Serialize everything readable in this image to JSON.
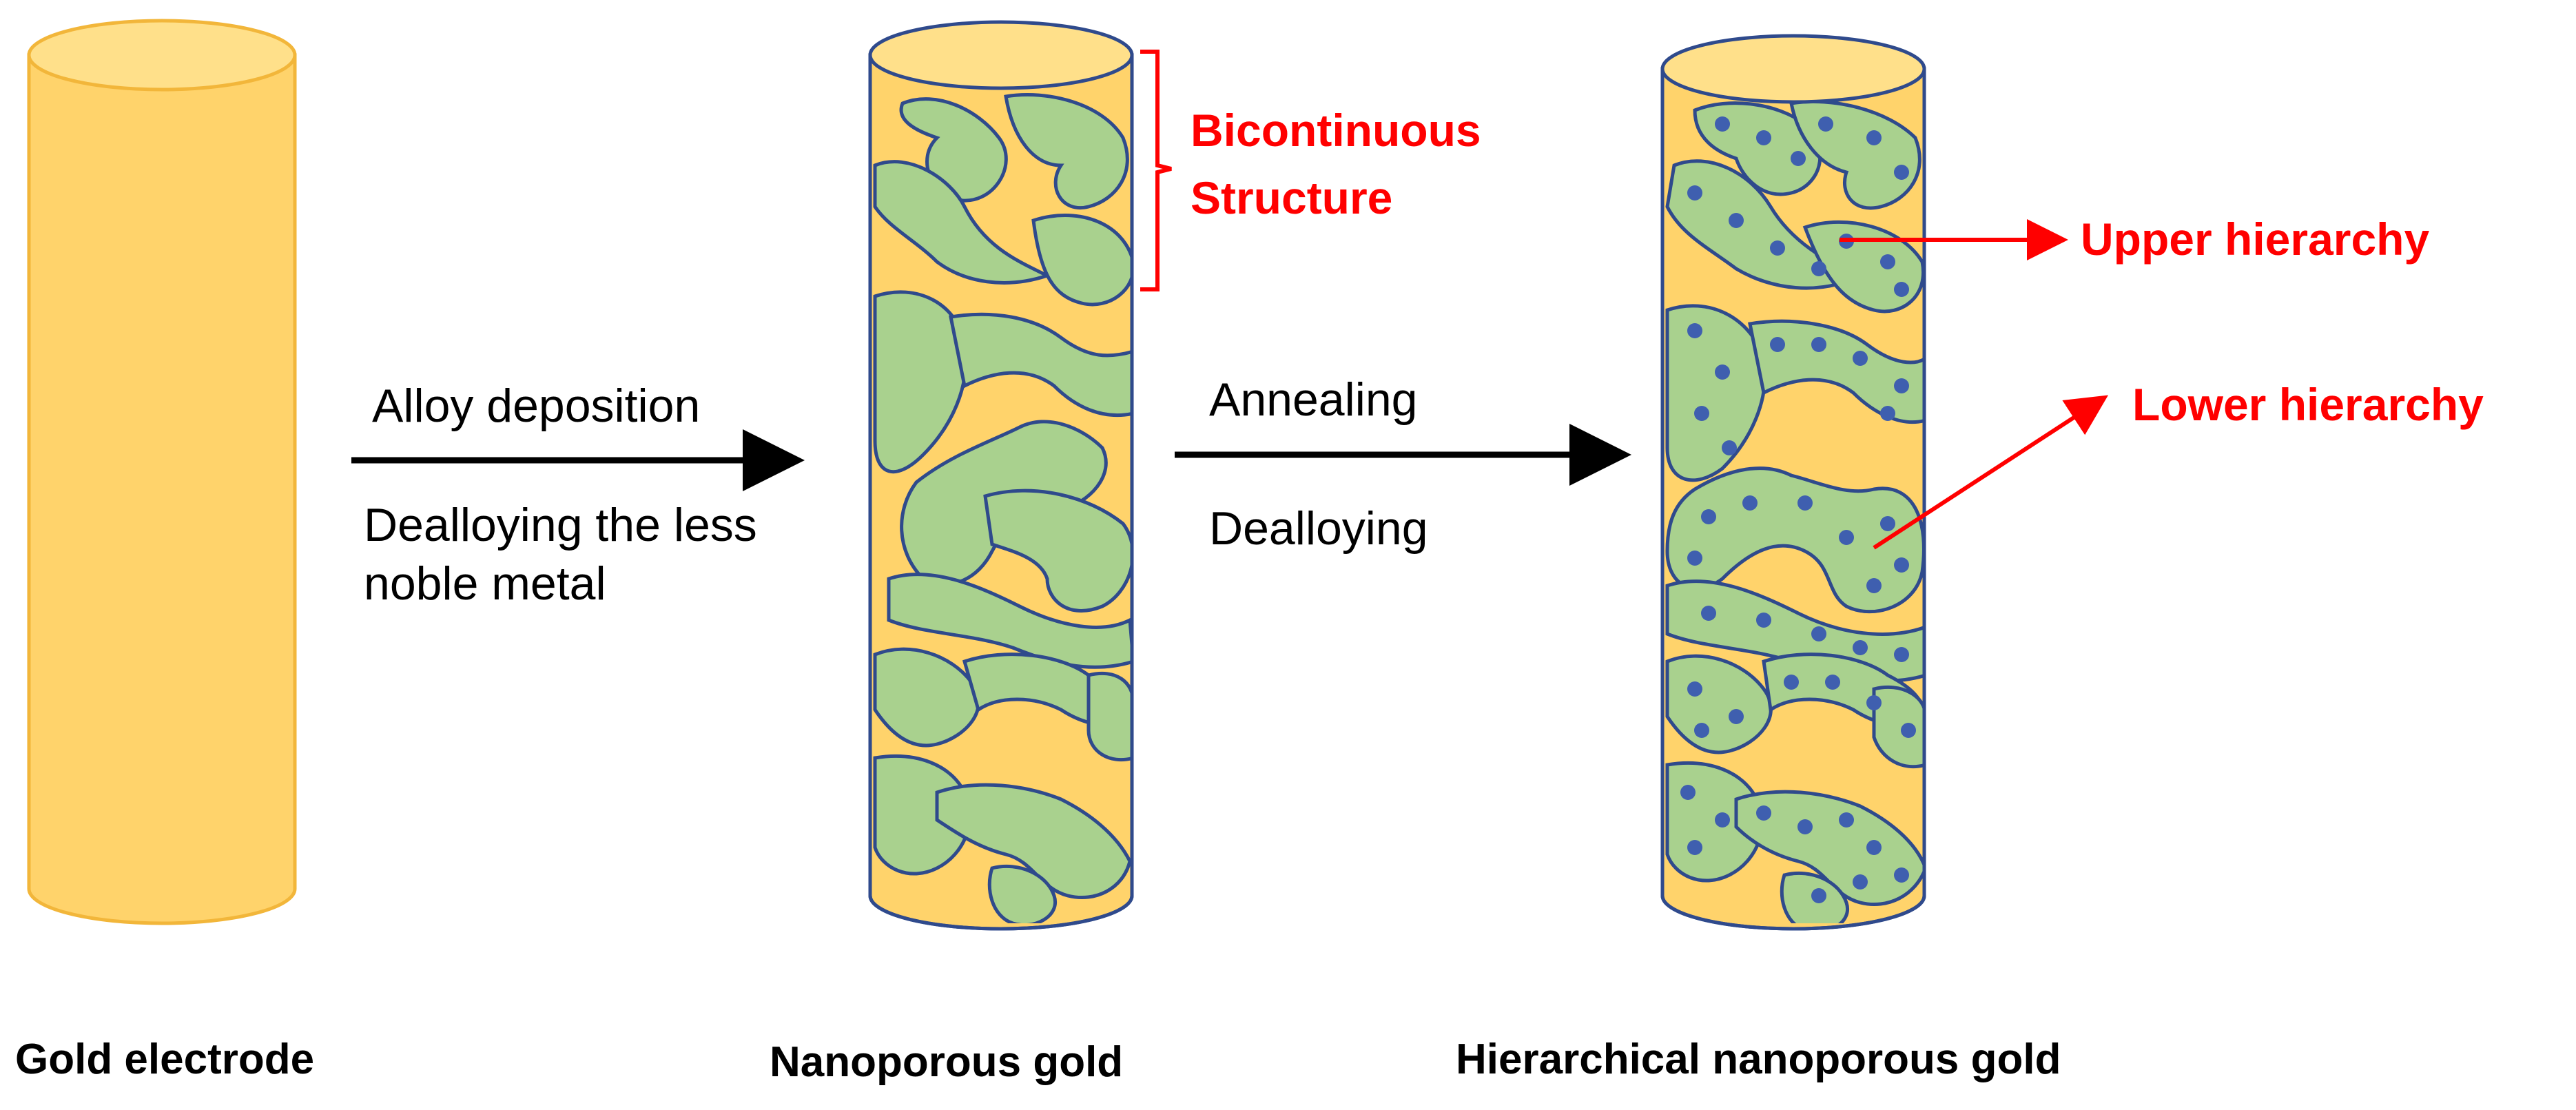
{
  "colors": {
    "gold": "#FFD36B",
    "gold_edge": "#F2B63A",
    "ligament": "#A9D18E",
    "outline": "#2F4A8C",
    "dot": "#3F5FAF",
    "annotation": "#FF0000",
    "arrow": "#000000"
  },
  "captions": {
    "gold_electrode": "Gold electrode",
    "nanoporous_gold": "Nanoporous gold",
    "hierarchical": "Hierarchical nanoporous gold"
  },
  "step1": {
    "line1": "Alloy deposition",
    "line2": "Dealloying the less",
    "line3": "noble metal"
  },
  "step2": {
    "line1": "Annealing",
    "line2": "Dealloying"
  },
  "annotations": {
    "bicontinuous_1": "Bicontinuous",
    "bicontinuous_2": "Structure",
    "upper": "Upper hierarchy",
    "lower": "Lower hierarchy"
  }
}
